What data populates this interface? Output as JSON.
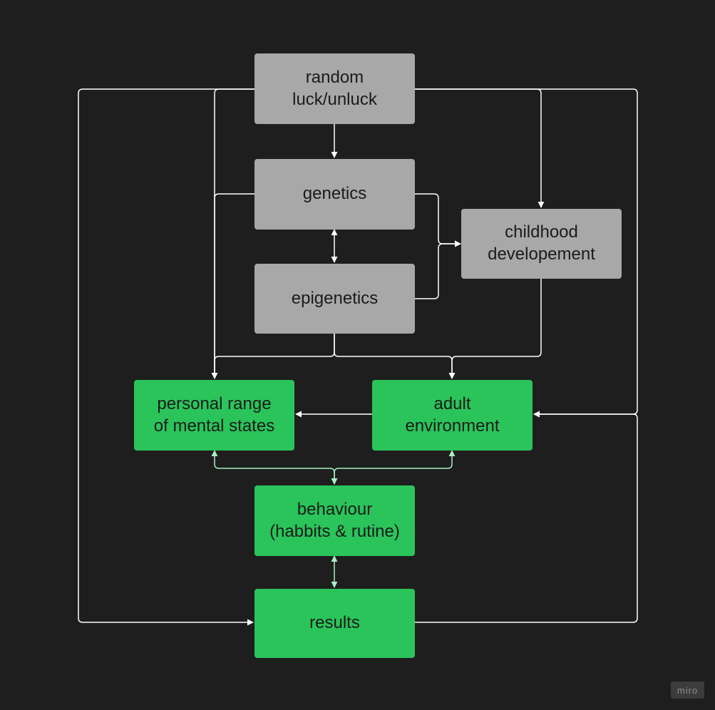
{
  "nodes": {
    "random": "random\nluck/unluck",
    "genetics": "genetics",
    "epigenetics": "epigenetics",
    "childhood": "childhood\ndevelopement",
    "personal": "personal range\nof mental states",
    "adult": "adult\nenvironment",
    "behaviour": "behaviour\n(habbits & rutine)",
    "results": "results"
  },
  "watermark": "miro",
  "colors": {
    "background": "#1e1e1e",
    "gray_node": "#a8a8a8",
    "green_node": "#2ac45a",
    "white_connector": "#ffffff",
    "green_connector": "#a8efc2"
  }
}
